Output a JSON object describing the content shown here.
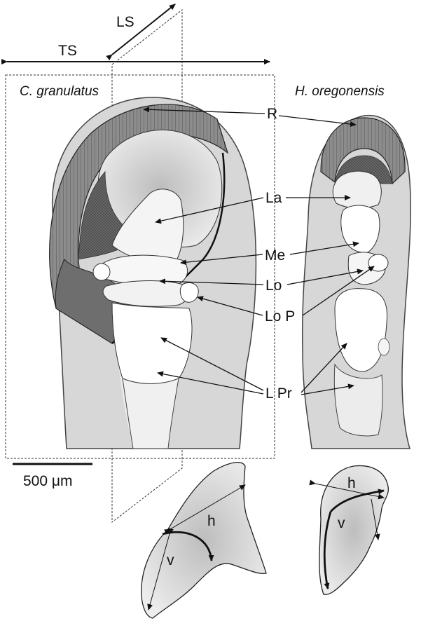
{
  "section_planes": {
    "longitudinal": "LS",
    "transverse": "TS"
  },
  "species": {
    "left": "C. granulatus",
    "right": "H. oregonensis"
  },
  "structure_labels": {
    "R": "R",
    "La": "La",
    "Me": "Me",
    "Lo": "Lo",
    "LoP": "Lo P",
    "LPr": "L Pr"
  },
  "scale_bar": "500 μm",
  "axis_labels": {
    "h": "h",
    "v": "v"
  },
  "colors": {
    "body_fill": "#d9d9d9",
    "outline": "#222222",
    "radial_band": "#8c8c8c",
    "dark_region": "#6e6e6e",
    "ossicle_fill": "#f4f4f4",
    "white_fill": "#ffffff"
  }
}
